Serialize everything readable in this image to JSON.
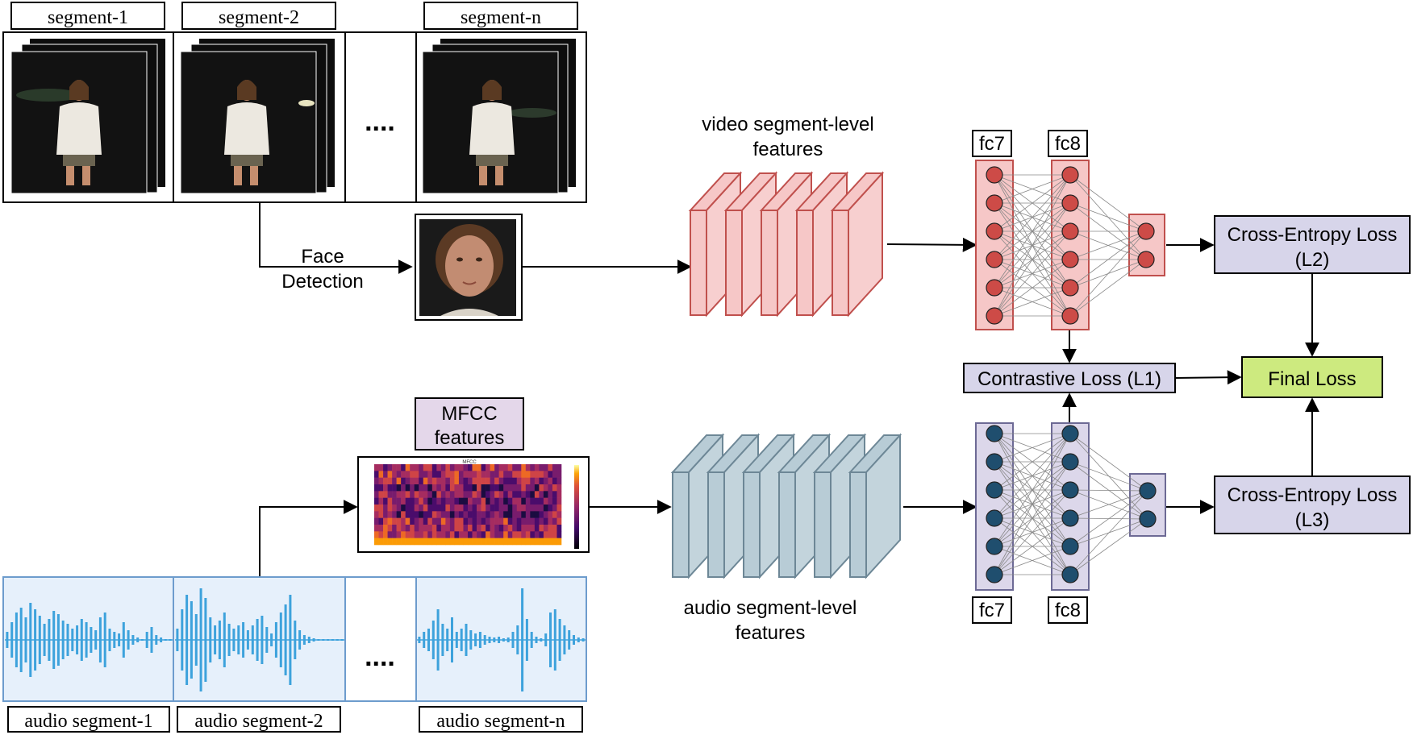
{
  "video_segments": {
    "labels": [
      "segment-1",
      "segment-2",
      "segment-n"
    ],
    "ellipsis": "...."
  },
  "face_detection": {
    "line1": "Face",
    "line2": "Detection"
  },
  "video_features": {
    "line1": "video segment-level",
    "line2": "features"
  },
  "audio_features": {
    "line1": "audio segment-level",
    "line2": "features"
  },
  "mfcc": {
    "line1": "MFCC",
    "line2": "features",
    "plot_title": "MFCC"
  },
  "fc_labels": {
    "video_fc7": "fc7",
    "video_fc8": "fc8",
    "audio_fc7": "fc7",
    "audio_fc8": "fc8"
  },
  "losses": {
    "ce_video_line1": "Cross-Entropy Loss",
    "ce_video_line2": "(L2)",
    "contrastive": "Contrastive Loss (L1)",
    "final": "Final Loss",
    "ce_audio_line1": "Cross-Entropy Loss",
    "ce_audio_line2": "(L3)"
  },
  "audio_segments": {
    "labels": [
      "audio segment-1",
      "audio segment-2",
      "audio segment-n"
    ],
    "ellipsis": "...."
  },
  "colors": {
    "video_fill": "#f6c7c7",
    "video_stroke": "#c0504d",
    "video_node": "#cd4b47",
    "audio_fill": "#b8ccd6",
    "audio_stroke": "#6d8796",
    "audio_node": "#1f4e6e",
    "audio_panel": "#e6f0fb",
    "audio_panel_stroke": "#6d9ccd",
    "waveform": "#3da2dc",
    "loss_fill": "#d7d5ea",
    "final_fill": "#cdea7f",
    "mfcc_label_fill": "#e4d7ea"
  }
}
